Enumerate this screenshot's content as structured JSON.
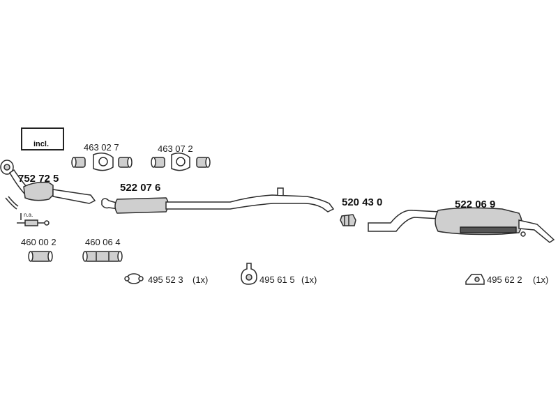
{
  "parts": {
    "front_pipe": "752 72 5",
    "front_silencer": "522 07 6",
    "connector": "520 43 0",
    "rear_silencer": "522 06 9",
    "clamp_set_a": "463 02 7",
    "clamp_set_b": "463 07 2",
    "sleeve_a": "460 00 2",
    "sleeve_b": "460 06 4",
    "hanger_ring": "495 52 3",
    "hanger_rubber": "495 61 5",
    "hanger_bracket": "495 62 2"
  },
  "quantities": {
    "hanger_ring": "(1x)",
    "hanger_rubber": "(1x)",
    "hanger_bracket": "(1x)"
  },
  "notes": {
    "included": "incl.",
    "not_available": "n.a."
  }
}
